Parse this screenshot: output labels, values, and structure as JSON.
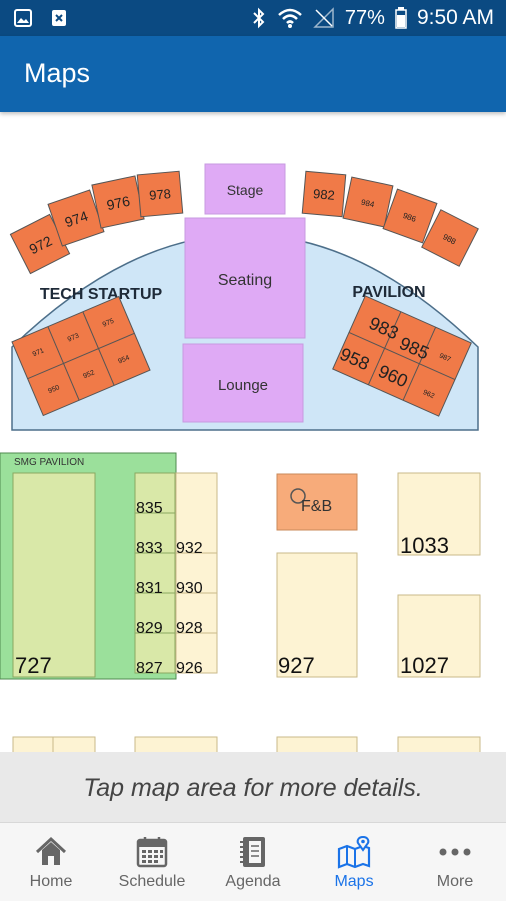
{
  "status_bar": {
    "battery": "77%",
    "time": "9:50 AM",
    "icons": [
      "gallery-icon",
      "close-box-icon",
      "bluetooth-icon",
      "wifi-icon",
      "signal-icon",
      "battery-icon"
    ]
  },
  "app_bar": {
    "title": "Maps"
  },
  "map": {
    "pavilion_left_label": "TECH STARTUP",
    "pavilion_right_label": "PAVILION",
    "center": {
      "stage": "Stage",
      "seating": "Seating",
      "lounge": "Lounge"
    },
    "arc_booths_left": [
      "972",
      "974",
      "976",
      "978"
    ],
    "arc_booths_right": [
      "982",
      "984",
      "986",
      "988"
    ],
    "tech_cluster": [
      "975",
      "973",
      "971",
      "952",
      "954",
      "950"
    ],
    "pavilion_cluster": [
      "983",
      "985",
      "958",
      "960",
      "987",
      "962"
    ],
    "smg_pavilion_label": "SMG PAVILION",
    "booth_727": "727",
    "column_82x": [
      "835",
      "833",
      "831",
      "829",
      "827"
    ],
    "column_93x": [
      "932",
      "930",
      "928",
      "926"
    ],
    "fb_label": "F&B",
    "booth_927": "927",
    "booth_1033": "1033",
    "booth_1027": "1027"
  },
  "hint": {
    "text": "Tap map area for more details."
  },
  "nav": {
    "items": [
      {
        "label": "Home",
        "icon": "home-icon",
        "active": false
      },
      {
        "label": "Schedule",
        "icon": "calendar-icon",
        "active": false
      },
      {
        "label": "Agenda",
        "icon": "notebook-icon",
        "active": false
      },
      {
        "label": "Maps",
        "icon": "map-icon",
        "active": true
      },
      {
        "label": "More",
        "icon": "more-dots-icon",
        "active": false
      }
    ]
  },
  "colors": {
    "status_bar": "#0b4a82",
    "app_bar": "#1065ae",
    "hall_blue": "#cfe6f7",
    "booth_orange": "#f07a48",
    "stage_purple": "#dfaaf5",
    "smg_green": "#9be09b",
    "booth_cream": "#fdf3d3",
    "fb_orange": "#f7ab7a",
    "nav_active": "#1a73e8"
  }
}
